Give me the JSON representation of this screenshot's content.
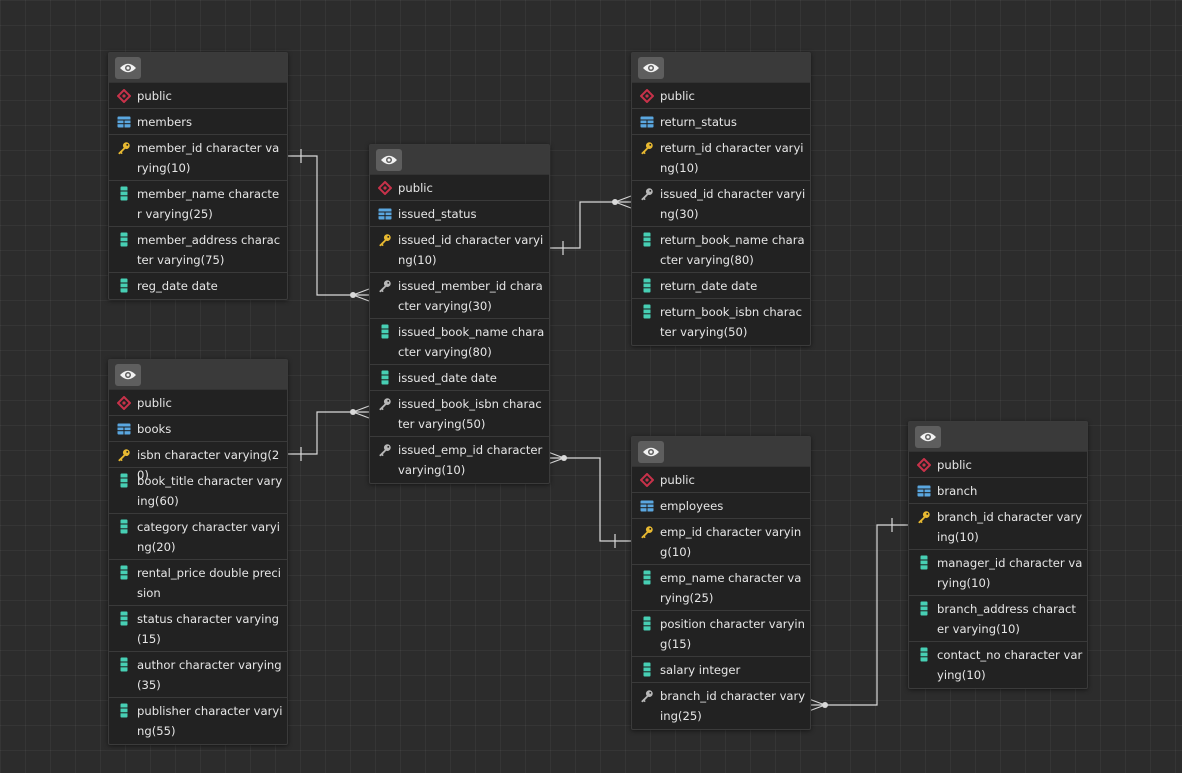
{
  "diagram": {
    "tables": [
      {
        "id": "members",
        "schema": "public",
        "name": "members",
        "columns": [
          {
            "icon": "primary-key-icon",
            "text": "member_id character varying(10)"
          },
          {
            "icon": "column-icon",
            "text": "member_name character varying(25)"
          },
          {
            "icon": "column-icon",
            "text": "member_address character varying(75)"
          },
          {
            "icon": "column-icon",
            "text": "reg_date date"
          }
        ]
      },
      {
        "id": "issued_status",
        "schema": "public",
        "name": "issued_status",
        "columns": [
          {
            "icon": "primary-key-icon",
            "text": "issued_id character varying(10)"
          },
          {
            "icon": "foreign-key-icon",
            "text": "issued_member_id character varying(30)"
          },
          {
            "icon": "column-icon",
            "text": "issued_book_name character varying(80)"
          },
          {
            "icon": "column-icon",
            "text": "issued_date date"
          },
          {
            "icon": "foreign-key-icon",
            "text": "issued_book_isbn character varying(50)"
          },
          {
            "icon": "foreign-key-icon",
            "text": "issued_emp_id character varying(10)"
          }
        ]
      },
      {
        "id": "return_status",
        "schema": "public",
        "name": "return_status",
        "columns": [
          {
            "icon": "primary-key-icon",
            "text": "return_id character varying(10)"
          },
          {
            "icon": "foreign-key-icon",
            "text": "issued_id character varying(30)"
          },
          {
            "icon": "column-icon",
            "text": "return_book_name character varying(80)"
          },
          {
            "icon": "column-icon",
            "text": "return_date date"
          },
          {
            "icon": "column-icon",
            "text": "return_book_isbn character varying(50)"
          }
        ]
      },
      {
        "id": "books",
        "schema": "public",
        "name": "books",
        "columns": [
          {
            "icon": "primary-key-icon",
            "text": "isbn character varying(20)"
          },
          {
            "icon": "column-icon",
            "text": "book_title character varying(60)"
          },
          {
            "icon": "column-icon",
            "text": "category character varying(20)"
          },
          {
            "icon": "column-icon",
            "text": "rental_price double precision"
          },
          {
            "icon": "column-icon",
            "text": "status character varying(15)"
          },
          {
            "icon": "column-icon",
            "text": "author character varying(35)"
          },
          {
            "icon": "column-icon",
            "text": "publisher character varying(55)"
          }
        ]
      },
      {
        "id": "employees",
        "schema": "public",
        "name": "employees",
        "columns": [
          {
            "icon": "primary-key-icon",
            "text": "emp_id character varying(10)"
          },
          {
            "icon": "column-icon",
            "text": "emp_name character varying(25)"
          },
          {
            "icon": "column-icon",
            "text": "position character varying(15)"
          },
          {
            "icon": "column-icon",
            "text": "salary integer"
          },
          {
            "icon": "foreign-key-icon",
            "text": "branch_id character varying(25)"
          }
        ]
      },
      {
        "id": "branch",
        "schema": "public",
        "name": "branch",
        "columns": [
          {
            "icon": "primary-key-icon",
            "text": "branch_id character varying(10)"
          },
          {
            "icon": "column-icon",
            "text": "manager_id character varying(10)"
          },
          {
            "icon": "column-icon",
            "text": "branch_address character varying(10)"
          },
          {
            "icon": "column-icon",
            "text": "contact_no character varying(10)"
          }
        ]
      }
    ],
    "relationships": [
      {
        "from": "members.member_id",
        "to": "issued_status.issued_member_id",
        "cardinality": "one-to-many"
      },
      {
        "from": "books.isbn",
        "to": "issued_status.issued_book_isbn",
        "cardinality": "one-to-many"
      },
      {
        "from": "issued_status.issued_id",
        "to": "return_status.issued_id",
        "cardinality": "one-to-many"
      },
      {
        "from": "employees.emp_id",
        "to": "issued_status.issued_emp_id",
        "cardinality": "one-to-many"
      },
      {
        "from": "branch.branch_id",
        "to": "employees.branch_id",
        "cardinality": "one-to-many"
      }
    ],
    "colors": {
      "background": "#2c2c2c",
      "table_body": "#222222",
      "header": "#3a3a3a",
      "line": "#d9d9d9",
      "schema_icon": "#c8324a",
      "table_icon": "#5aa7e0",
      "primary_key": "#e8b931",
      "foreign_key": "#b8b8b8",
      "column_icon": "#47cfb4"
    }
  }
}
